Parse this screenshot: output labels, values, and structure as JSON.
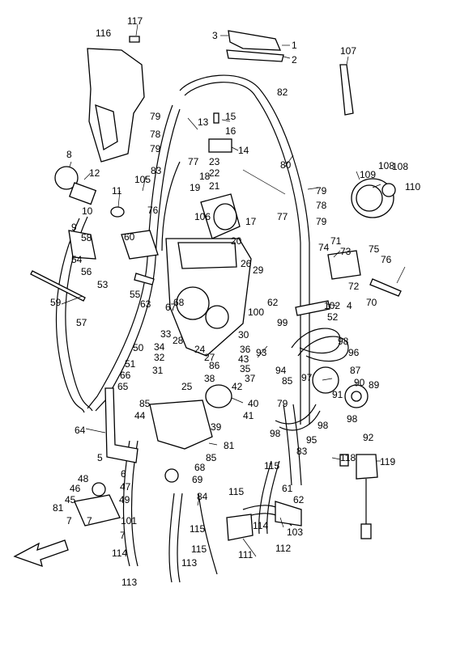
{
  "diagram": {
    "labels": [
      {
        "id": "l117",
        "text": "117"
      },
      {
        "id": "l116",
        "text": "116"
      },
      {
        "id": "l3",
        "text": "3"
      },
      {
        "id": "l1",
        "text": "1"
      },
      {
        "id": "l2",
        "text": "2"
      },
      {
        "id": "l107",
        "text": "107"
      },
      {
        "id": "l82",
        "text": "82"
      },
      {
        "id": "l79a",
        "text": "79"
      },
      {
        "id": "l15",
        "text": "15"
      },
      {
        "id": "l78a",
        "text": "78"
      },
      {
        "id": "l13",
        "text": "13"
      },
      {
        "id": "l16",
        "text": "16"
      },
      {
        "id": "l79b",
        "text": "79"
      },
      {
        "id": "l77a",
        "text": "77"
      },
      {
        "id": "l14",
        "text": "14"
      },
      {
        "id": "l23",
        "text": "23"
      },
      {
        "id": "l8",
        "text": "8"
      },
      {
        "id": "l12",
        "text": "12"
      },
      {
        "id": "l83a",
        "text": "83"
      },
      {
        "id": "l22",
        "text": "22"
      },
      {
        "id": "l105",
        "text": "105"
      },
      {
        "id": "l18",
        "text": "18"
      },
      {
        "id": "l80",
        "text": "80"
      },
      {
        "id": "l19",
        "text": "19"
      },
      {
        "id": "l21",
        "text": "21"
      },
      {
        "id": "l79c",
        "text": "79"
      },
      {
        "id": "l108a",
        "text": "108"
      },
      {
        "id": "l109",
        "text": "109"
      },
      {
        "id": "l108b",
        "text": "108"
      },
      {
        "id": "l110",
        "text": "110"
      },
      {
        "id": "l11",
        "text": "11"
      },
      {
        "id": "l10",
        "text": "10"
      },
      {
        "id": "l76a",
        "text": "76"
      },
      {
        "id": "l106",
        "text": "106"
      },
      {
        "id": "l17",
        "text": "17"
      },
      {
        "id": "l78b",
        "text": "78"
      },
      {
        "id": "l77b",
        "text": "77"
      },
      {
        "id": "l79d",
        "text": "79"
      },
      {
        "id": "l9",
        "text": "9"
      },
      {
        "id": "l58",
        "text": "58"
      },
      {
        "id": "l60",
        "text": "60"
      },
      {
        "id": "l20",
        "text": "20"
      },
      {
        "id": "l74",
        "text": "74"
      },
      {
        "id": "l71",
        "text": "71"
      },
      {
        "id": "l75",
        "text": "75"
      },
      {
        "id": "l54",
        "text": "54"
      },
      {
        "id": "l73",
        "text": "73"
      },
      {
        "id": "l76b",
        "text": "76"
      },
      {
        "id": "l56",
        "text": "56"
      },
      {
        "id": "l26",
        "text": "26"
      },
      {
        "id": "l29",
        "text": "29"
      },
      {
        "id": "l53",
        "text": "53"
      },
      {
        "id": "l72",
        "text": "72"
      },
      {
        "id": "l55",
        "text": "55"
      },
      {
        "id": "l70",
        "text": "70"
      },
      {
        "id": "l59",
        "text": "59"
      },
      {
        "id": "l63",
        "text": "63"
      },
      {
        "id": "l67",
        "text": "67"
      },
      {
        "id": "l68",
        "text": "68"
      },
      {
        "id": "l62a",
        "text": "62"
      },
      {
        "id": "l102",
        "text": "102"
      },
      {
        "id": "l4",
        "text": "4"
      },
      {
        "id": "l57",
        "text": "57"
      },
      {
        "id": "l100",
        "text": "100"
      },
      {
        "id": "l52",
        "text": "52"
      },
      {
        "id": "l99",
        "text": "99"
      },
      {
        "id": "l33",
        "text": "33"
      },
      {
        "id": "l30",
        "text": "30"
      },
      {
        "id": "l28",
        "text": "28"
      },
      {
        "id": "l50",
        "text": "50"
      },
      {
        "id": "l34",
        "text": "34"
      },
      {
        "id": "l24",
        "text": "24"
      },
      {
        "id": "l93",
        "text": "93"
      },
      {
        "id": "l36",
        "text": "36"
      },
      {
        "id": "l98a",
        "text": "98"
      },
      {
        "id": "l32",
        "text": "32"
      },
      {
        "id": "l27",
        "text": "27"
      },
      {
        "id": "l43",
        "text": "43"
      },
      {
        "id": "l96",
        "text": "96"
      },
      {
        "id": "l51",
        "text": "51"
      },
      {
        "id": "l31",
        "text": "31"
      },
      {
        "id": "l86",
        "text": "86"
      },
      {
        "id": "l35",
        "text": "35"
      },
      {
        "id": "l66",
        "text": "66"
      },
      {
        "id": "l38",
        "text": "38"
      },
      {
        "id": "l37",
        "text": "37"
      },
      {
        "id": "l94",
        "text": "94"
      },
      {
        "id": "l97",
        "text": "97"
      },
      {
        "id": "l87",
        "text": "87"
      },
      {
        "id": "l65",
        "text": "65"
      },
      {
        "id": "l25",
        "text": "25"
      },
      {
        "id": "l42",
        "text": "42"
      },
      {
        "id": "l85a",
        "text": "85"
      },
      {
        "id": "l90",
        "text": "90"
      },
      {
        "id": "l89",
        "text": "89"
      },
      {
        "id": "l79e",
        "text": "79"
      },
      {
        "id": "l91",
        "text": "91"
      },
      {
        "id": "l85b",
        "text": "85"
      },
      {
        "id": "l40",
        "text": "40"
      },
      {
        "id": "l44",
        "text": "44"
      },
      {
        "id": "l41",
        "text": "41"
      },
      {
        "id": "l98b",
        "text": "98"
      },
      {
        "id": "l98c",
        "text": "98"
      },
      {
        "id": "l64",
        "text": "64"
      },
      {
        "id": "l39",
        "text": "39"
      },
      {
        "id": "l98d",
        "text": "98"
      },
      {
        "id": "l92",
        "text": "92"
      },
      {
        "id": "l95",
        "text": "95"
      },
      {
        "id": "l83b",
        "text": "83"
      },
      {
        "id": "l81a",
        "text": "81"
      },
      {
        "id": "l5",
        "text": "5"
      },
      {
        "id": "l85c",
        "text": "85"
      },
      {
        "id": "l118",
        "text": "118"
      },
      {
        "id": "l119",
        "text": "119"
      },
      {
        "id": "l115a",
        "text": "115"
      },
      {
        "id": "l48",
        "text": "48"
      },
      {
        "id": "l68b",
        "text": "68"
      },
      {
        "id": "l6",
        "text": "6"
      },
      {
        "id": "l69",
        "text": "69"
      },
      {
        "id": "l46",
        "text": "46"
      },
      {
        "id": "l47",
        "text": "47"
      },
      {
        "id": "l61",
        "text": "61"
      },
      {
        "id": "l45",
        "text": "45"
      },
      {
        "id": "l49",
        "text": "49"
      },
      {
        "id": "l84",
        "text": "84"
      },
      {
        "id": "l115b",
        "text": "115"
      },
      {
        "id": "l62b",
        "text": "62"
      },
      {
        "id": "l81b",
        "text": "81"
      },
      {
        "id": "l7a",
        "text": "7"
      },
      {
        "id": "l7b",
        "text": "7"
      },
      {
        "id": "l101",
        "text": "101"
      },
      {
        "id": "l115c",
        "text": "115"
      },
      {
        "id": "l114a",
        "text": "114"
      },
      {
        "id": "l103",
        "text": "103"
      },
      {
        "id": "l7c",
        "text": "7"
      },
      {
        "id": "l113",
        "text": "113"
      },
      {
        "id": "l111",
        "text": "111"
      },
      {
        "id": "l112",
        "text": "112"
      },
      {
        "id": "l114b",
        "text": "114"
      },
      {
        "id": "l115d",
        "text": "115"
      },
      {
        "id": "l113b",
        "text": "113"
      }
    ]
  }
}
